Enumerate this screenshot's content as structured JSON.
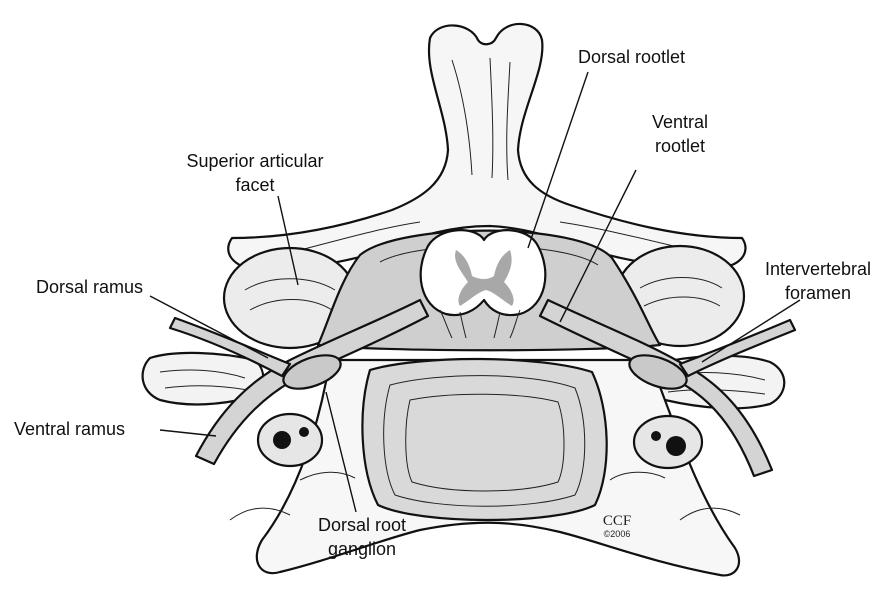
{
  "labels": {
    "dorsal_rootlet": "Dorsal rootlet",
    "ventral_rootlet_line1": "Ventral",
    "ventral_rootlet_line2": "rootlet",
    "superior_articular_facet_line1": "Superior articular",
    "superior_articular_facet_line2": "facet",
    "dorsal_ramus": "Dorsal ramus",
    "intervertebral_foramen_line1": "Intervertebral",
    "intervertebral_foramen_line2": "foramen",
    "ventral_ramus": "Ventral ramus",
    "dorsal_root_ganglion_line1": "Dorsal root",
    "dorsal_root_ganglion_line2": "ganglion"
  },
  "signature": {
    "mark": "CCF",
    "year": "©2006"
  }
}
